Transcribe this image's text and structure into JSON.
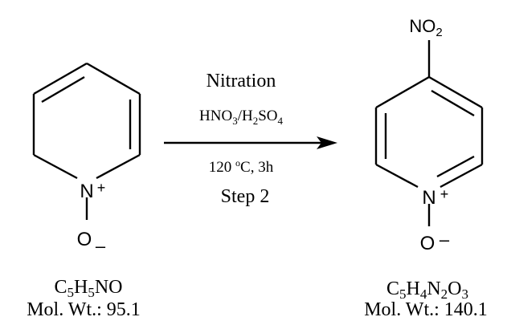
{
  "reactant": {
    "atom_n": "N",
    "charge_n": "+",
    "atom_o": "O",
    "charge_o": "–",
    "formula": [
      "C",
      "5",
      "H",
      "5",
      "NO"
    ],
    "mol_wt": "Mol. Wt.: 95.1"
  },
  "conditions": {
    "name": "Nitration",
    "reagent": [
      "HNO",
      "3",
      "/H",
      "2",
      "SO",
      "4"
    ],
    "temperature_time": [
      "120 ",
      "o",
      "C, 3h"
    ],
    "step": "Step 2"
  },
  "product": {
    "substituent": [
      "NO",
      "2"
    ],
    "atom_n": "N",
    "charge_n": "+",
    "atom_o": "O",
    "charge_o": "–",
    "formula": [
      "C",
      "5",
      "H",
      "4",
      "N",
      "2",
      "O",
      "3"
    ],
    "mol_wt": "Mol. Wt.: 140.1"
  }
}
